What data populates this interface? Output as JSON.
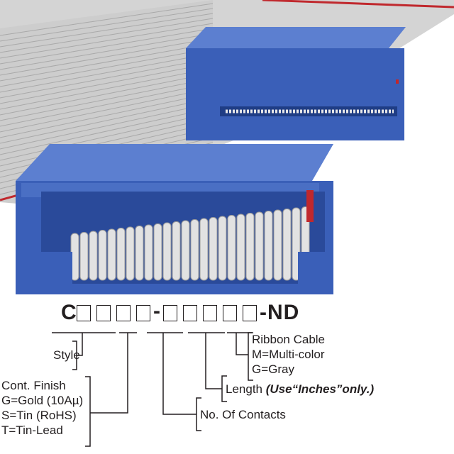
{
  "part_number": {
    "prefix": "C",
    "dash1": "-",
    "suffix": "-ND",
    "boxes_group1": 4,
    "boxes_group2": 5
  },
  "labels": {
    "style": "Style",
    "finish": [
      "Cont. Finish",
      "G=Gold (10Aµ)",
      "S=Tin (RoHS)",
      "T=Tin-Lead"
    ],
    "contacts": "No. Of Contacts",
    "length": "Length",
    "length_note": "(Use“Inches”only.)",
    "cable": [
      "Ribbon Cable",
      "M=Multi-color",
      "G=Gray"
    ]
  },
  "colors": {
    "connector": "#3a5fb8",
    "cable": "#c8c8c8",
    "stripe": "#c0282d"
  }
}
